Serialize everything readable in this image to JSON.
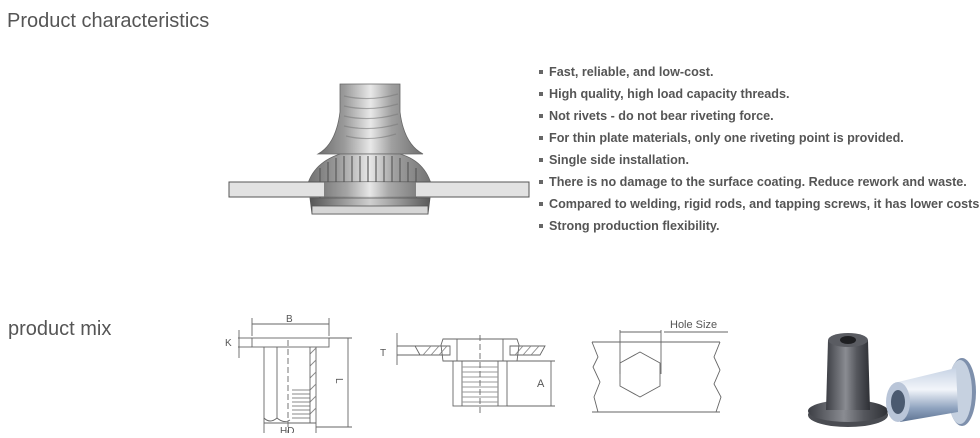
{
  "sections": {
    "characteristics_title": "Product characteristics",
    "mix_title": "product mix"
  },
  "features": [
    "Fast, reliable, and low-cost.",
    "High quality, high load capacity threads.",
    "Not rivets - do not bear riveting force.",
    "For thin plate materials, only one riveting point is provided.",
    "Single side installation.",
    "There is no damage to the surface coating. Reduce rework and waste.",
    "Compared to welding, rigid rods, and tapping screws, it has lower costs.",
    "Strong production flexibility."
  ],
  "diagrams": {
    "flat_head": {
      "label_b": "B",
      "label_k": "K",
      "label_l": "L",
      "label_hd": "HD"
    },
    "installed": {
      "label_t": "T",
      "label_a": "A"
    },
    "hole": {
      "label_hole_size": "Hole Size"
    }
  },
  "colors": {
    "heading": "#555555",
    "text": "#555555",
    "line": "#666666"
  }
}
